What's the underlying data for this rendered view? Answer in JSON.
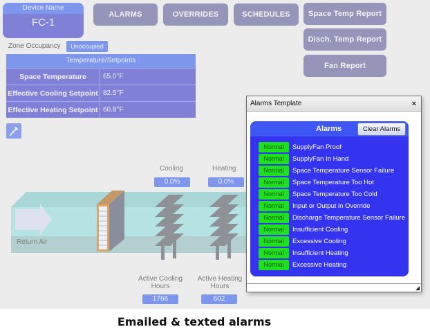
{
  "device": {
    "label": "Device Name",
    "value": "FC-1"
  },
  "nav": {
    "alarms": "ALARMS",
    "overrides": "OVERRIDES",
    "schedules": "SCHEDULES",
    "space_temp_report": "Space Temp Report",
    "disch_temp_report": "Disch. Temp Report",
    "fan_report": "Fan Report"
  },
  "zone": {
    "label": "Zone Occupancy",
    "value": "Unoccupied"
  },
  "setpoints": {
    "title": "Temperature/Setpoints",
    "rows": [
      {
        "label": "Space Temperature",
        "value": "65.0°F"
      },
      {
        "label": "Effective Cooling Setpoint",
        "value": "82.5°F"
      },
      {
        "label": "Effective Heating Setpoint",
        "value": "60.8°F"
      }
    ]
  },
  "diagram": {
    "cooling_label": "Cooling",
    "heating_label": "Heating",
    "cooling_pct": "0.0%",
    "heating_pct": "0.0%",
    "return_air": "Return Air",
    "active_cooling_hours_label_1": "Active Cooling",
    "active_cooling_hours_label_2": "Hours",
    "active_heating_hours_label_1": "Active Heating",
    "active_heating_hours_label_2": "Hours",
    "active_cooling_hours": "1766",
    "active_heating_hours": "602"
  },
  "dialog": {
    "title": "Alarms Template",
    "close": "×",
    "panel_title": "Alarms",
    "clear_button": "Clear Alarms",
    "alarms": [
      {
        "status": "Normal",
        "name": "SupplyFan Proof"
      },
      {
        "status": "Normal",
        "name": "SupplyFan In Hand"
      },
      {
        "status": "Normal",
        "name": "Space Temperature Sensor Failure"
      },
      {
        "status": "Normal",
        "name": "Space Temperature Too Hot"
      },
      {
        "status": "Normal",
        "name": "Space Temperature Too Cold"
      },
      {
        "status": "Normal",
        "name": "Input or Output in Override"
      },
      {
        "status": "Normal",
        "name": "Discharge Temperature Sensor Failure"
      },
      {
        "status": "Normal",
        "name": "Insufficient Cooling"
      },
      {
        "status": "Normal",
        "name": "Excessive Cooling"
      },
      {
        "status": "Normal",
        "name": "Insufficient Heating"
      },
      {
        "status": "Normal",
        "name": "Excessive Heating"
      }
    ]
  },
  "caption": "Emailed & texted alarms",
  "colors": {
    "status_normal": "#1ee01e",
    "alarm_panel": "#3434f0",
    "nav_button": "#9495b8",
    "value_box": "#7e97ec"
  }
}
